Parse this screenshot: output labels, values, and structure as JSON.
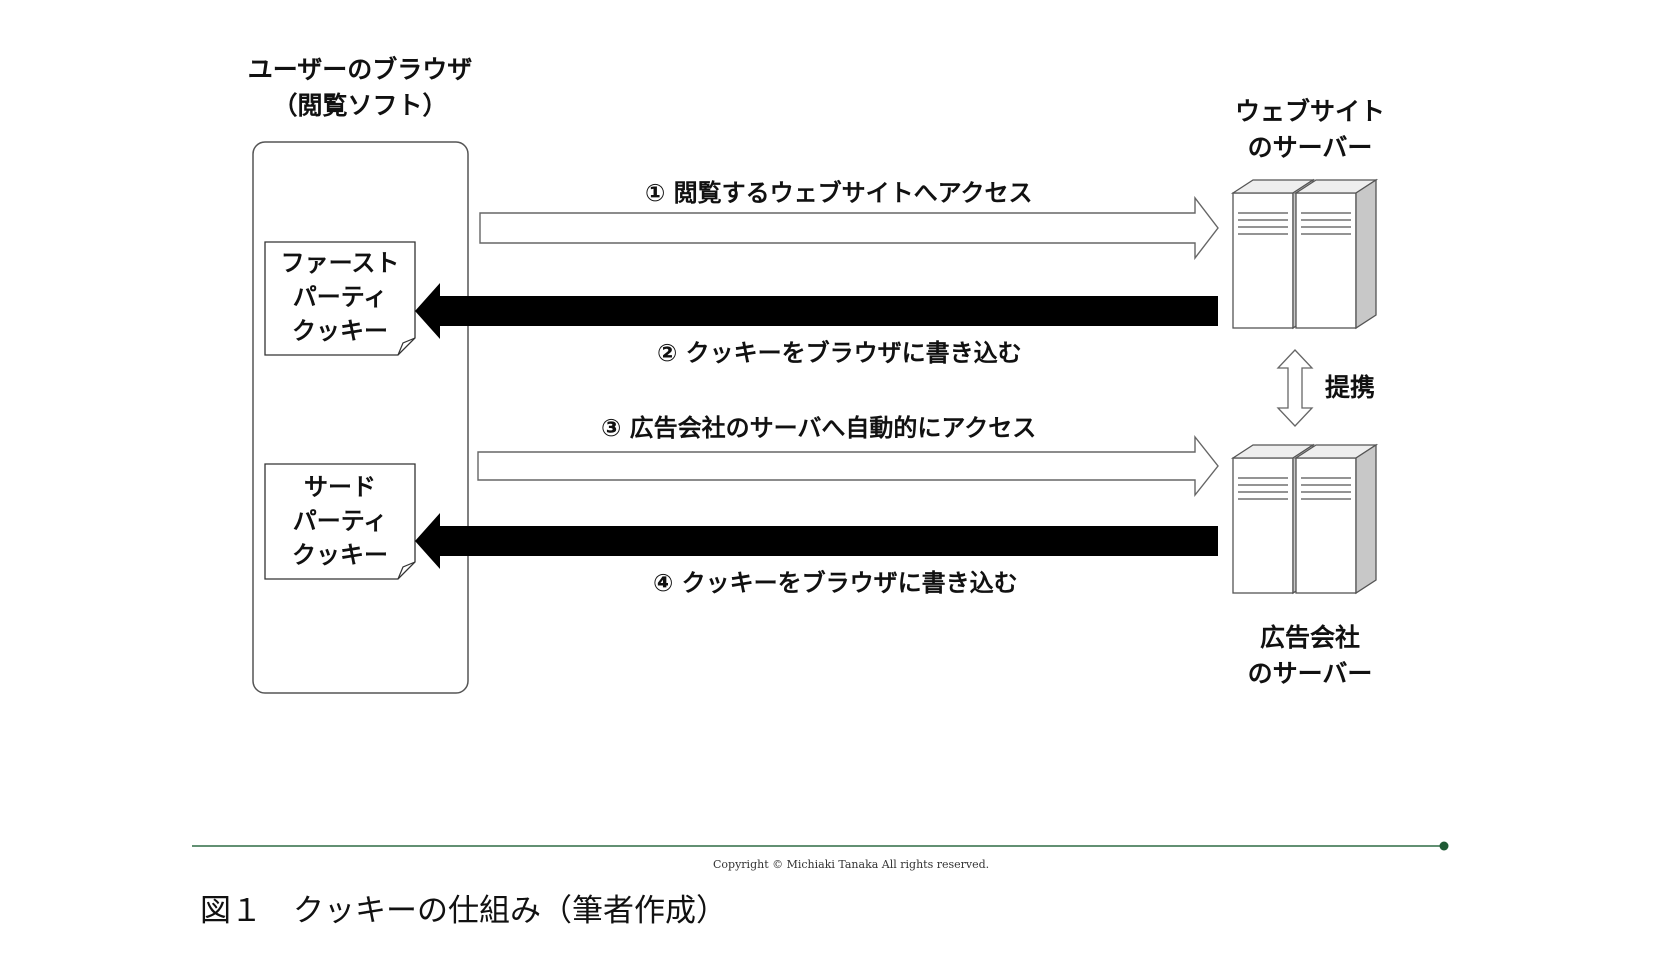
{
  "browser": {
    "title_line1": "ユーザーのブラウザ",
    "title_line2": "（閲覧ソフト）"
  },
  "cookies": {
    "first_party": [
      "ファースト",
      "パーティ",
      "クッキー"
    ],
    "third_party": [
      "サード",
      "パーティ",
      "クッキー"
    ]
  },
  "website_server": {
    "label_line1": "ウェブサイト",
    "label_line2": "のサーバー"
  },
  "ad_server": {
    "label_line1": "広告会社",
    "label_line2": "のサーバー"
  },
  "link_label": "提携",
  "arrows": [
    {
      "label": "① 閲覧するウェブサイトへアクセス",
      "direction": "to-server",
      "style": "outline"
    },
    {
      "label": "② クッキーをブラウザに書き込む",
      "direction": "to-browser",
      "style": "filled"
    },
    {
      "label": "③ 広告会社のサーバへ自動的にアクセス",
      "direction": "to-server",
      "style": "outline"
    },
    {
      "label": "④ クッキーをブラウザに書き込む",
      "direction": "to-browser",
      "style": "filled"
    }
  ],
  "copyright": "Copyright © Michiaki Tanaka  All rights reserved.",
  "caption": "図１　クッキーの仕組み（筆者作成）",
  "colors": {
    "divider": "#2e6b45",
    "arrow_fill": "#000000",
    "server_side": "#c8c8c8"
  }
}
